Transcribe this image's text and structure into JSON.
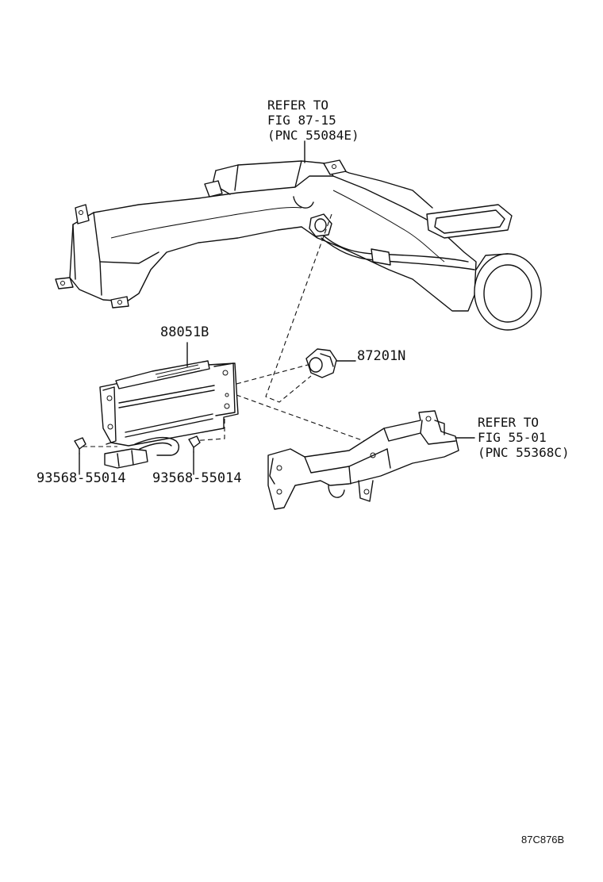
{
  "refer_top": {
    "line1": "REFER TO",
    "line2": "FIG 87-15",
    "line3": "(PNC 55084E)"
  },
  "refer_right": {
    "line1": "REFER TO",
    "line2": "FIG 55-01",
    "line3": "(PNC 55368C)"
  },
  "parts": {
    "module": "88051B",
    "clip": "87201N",
    "screw_left": "93568-55014",
    "screw_right": "93568-55014"
  },
  "figure_code": "87C876B"
}
